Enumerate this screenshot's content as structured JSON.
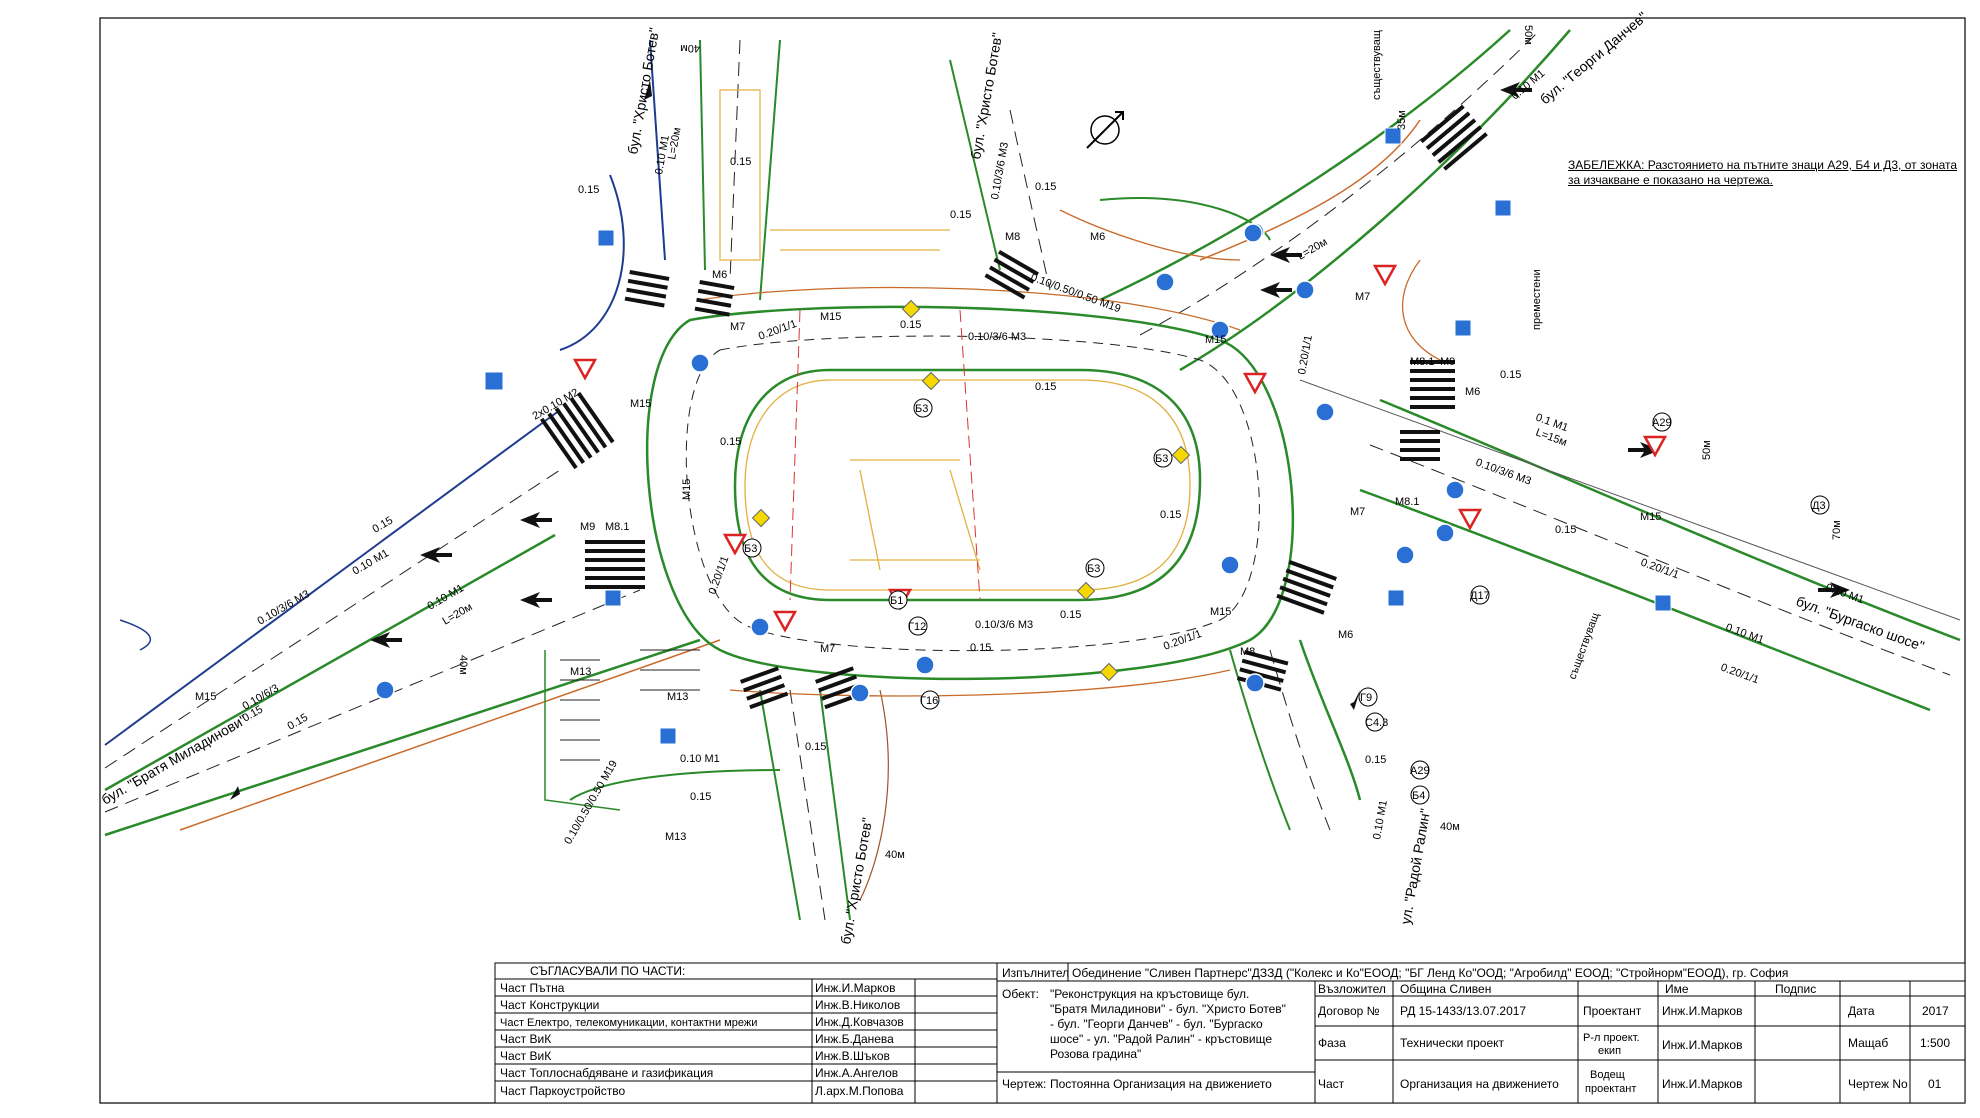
{
  "note": "ЗАБЕЛЕЖКА: Разстоянието на пътните знаци А29, Б4 и Д3, от зоната за изчакване е показано на чертежа.",
  "streets": {
    "hristo_botev_top_left": "бул. \"Христо Ботев\"",
    "hristo_botev_top_right": "бул. \"Христо Ботев\"",
    "georgi_danchev": "бул. \"Георги Данчев\"",
    "burgasko_shose": "бул. \"Бургаско шосе\"",
    "bratya_miladinovi": "бул. \"Братя Миладинови\"",
    "hristo_botev_bottom": "бул. \"Христо Ботев\"",
    "radoy_ralin": "ул. \"Радой Ралин\""
  },
  "labels": {
    "existing_1": "съществуващ",
    "existing_2": "съществуващ",
    "moved": "преместени",
    "d40m_top": "40м",
    "d35m": "35м",
    "d50m_top": "50м",
    "d50m_right": "50м",
    "d70m": "70м",
    "d40m_left": "40м",
    "d40m_bottom": "40м",
    "d40m_bottom2": "40м",
    "m1_l20_top": "0.10 M1",
    "l20_top": "L=20м",
    "m3_top": "0.10/3/6 M3",
    "m1_right": "0.1 M1",
    "l15_right": "L=15м",
    "m3_right": "0.10/3/6 M3",
    "m1_right2": "0.10 M1",
    "m1_right3": "0.10 M1",
    "m1_topright": "0.10 M1",
    "l20_topright": "L=20м",
    "m1_left": "0.10 M1",
    "m3_left": "0.10/3/6 M3",
    "m1_left2": "0.10 M1",
    "l20_left": "L=20м",
    "m3_left2": "0.10/6/3",
    "m2_left": "2x0.10 M2",
    "m1_bottom": "0.10 M1",
    "m1_bottom_right": "0.10 M1",
    "m3_center_bottom": "0.10/3/6 M3",
    "m3_center_top": "0.10/3/6 M3",
    "m19_top": "0.10/0.50/0.50 M19",
    "m19_bottom": "0.10/0.50/0.50 M19",
    "w015": "0.15",
    "w020": "0.20/1/1",
    "m15": "M15",
    "m13": "M13",
    "m7": "M7",
    "m8": "M8",
    "m8_1": "M8.1",
    "m9": "M9",
    "m6": "M6"
  },
  "signs": {
    "b3": "Б3",
    "g12": "Г12",
    "b1": "Б1",
    "d17": "Д17",
    "a29": "А29",
    "b4": "Б4",
    "g9": "Г9",
    "g16": "Г16",
    "s43": "С4.3",
    "d3": "Д3"
  },
  "approvals": {
    "title": "СЪГЛАСУВАЛИ ПО ЧАСТИ:",
    "rows": [
      {
        "part": "Част Пътна",
        "person": "Инж.И.Марков"
      },
      {
        "part": "Част Конструкции",
        "person": "Инж.В.Николов"
      },
      {
        "part": "Част Електро, телекомуникации, контактни мрежи",
        "person": "Инж.Д.Ковчазов"
      },
      {
        "part": "Част ВиК",
        "person": "Инж.Б.Данева"
      },
      {
        "part": "Част ВиК",
        "person": "Инж.В.Шъков"
      },
      {
        "part": "Част Топлоснабдяване и газификация",
        "person": "Инж.А.Ангелов"
      },
      {
        "part": "Част Паркоустройство",
        "person": "Л.арх.М.Попова"
      }
    ]
  },
  "titleblock": {
    "executor_label": "Изпълнител",
    "executor_value": "Обединение \"Сливен Партнерс\"ДЗЗД (\"Колекс и Ко\"ЕООД; \"БГ Ленд Ко\"ООД; \"Агробилд\" ЕООД; \"Стройнорм\"ЕООД), гр. София",
    "object_label": "Обект:",
    "object_value_1": "\"Реконструкция на кръстовище бул.",
    "object_value_2": "\"Братя Миладинови\" - бул. \"Христо Ботев\"",
    "object_value_3": "- бул. \"Георги Данчев\" - бул. \"Бургаско",
    "object_value_4": "шосе\" - ул. \"Радой Ралин\" - кръстовище",
    "object_value_5": "Розова градина\"",
    "assignor_label": "Възложител",
    "assignor_value": "Община Сливен",
    "name_header": "Име",
    "sign_header": "Подпис",
    "contract_label": "Договор №",
    "contract_value": "РД 15-1433/13.07.2017",
    "designer_label": "Проектант",
    "designer_name": "Инж.И.Марков",
    "date_label": "Дата",
    "date_value": "2017",
    "phase_label": "Фаза",
    "phase_value": "Технически проект",
    "lead_label_1": "Р-л проект.",
    "lead_label_2": "екип",
    "lead_name": "Инж.И.Марков",
    "scale_label": "Мащаб",
    "scale_value": "1:500",
    "drawing_label": "Чертеж:",
    "drawing_value": "Постоянна Организация на движението",
    "part_label": "Част",
    "part_value": "Организация на движението",
    "leading_label_1": "Водещ",
    "leading_label_2": "проектант",
    "leading_name": "Инж.И.Марков",
    "drawing_no_label": "Чертеж No",
    "drawing_no_value": "01"
  }
}
